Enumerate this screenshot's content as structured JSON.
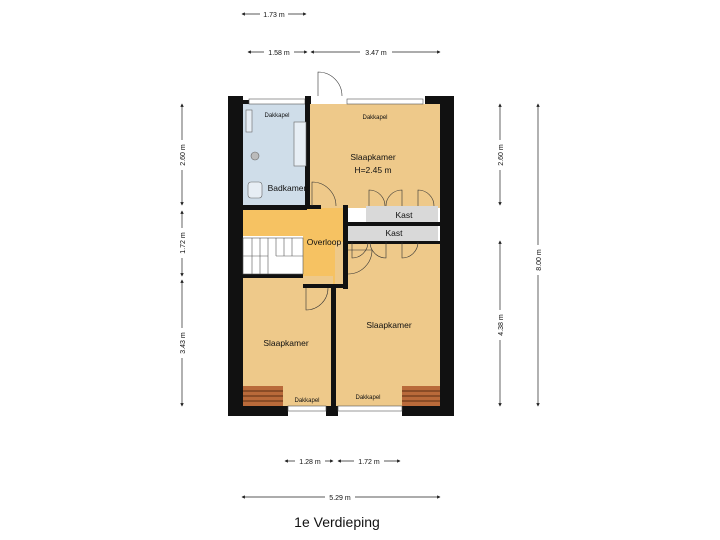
{
  "floor_title": "1e Verdieping",
  "rooms": {
    "bedroom_top": "Slaapkamer",
    "bedroom_top_height": "H=2.45 m",
    "bedroom_bottom_right": "Slaapkamer",
    "bedroom_bottom_left": "Slaapkamer",
    "bathroom": "Badkamer",
    "landing": "Overloop",
    "closet_1": "Kast",
    "closet_2": "Kast"
  },
  "dormers": {
    "top_left": "Dakkapel",
    "top_right": "Dakkapel",
    "bottom_left": "Dakkapel",
    "bottom_right": "Dakkapel"
  },
  "dimensions": {
    "top_1": "1.73 m",
    "top_2a": "1.58 m",
    "top_2b": "3.47 m",
    "left_1": "2.60 m",
    "left_2": "1.72 m",
    "left_3": "3.43 m",
    "right_1": "2.60 m",
    "right_2": "4.38 m",
    "right_total": "8.00 m",
    "bottom_1a": "1.28 m",
    "bottom_1b": "1.72 m",
    "bottom_total": "5.29 m"
  },
  "colors": {
    "room_fill": "#eec98a",
    "landing_fill": "#f6c262",
    "bathroom_fill": "#cfdde9",
    "closet_fill": "#d9d9d9",
    "wall": "#111111"
  }
}
